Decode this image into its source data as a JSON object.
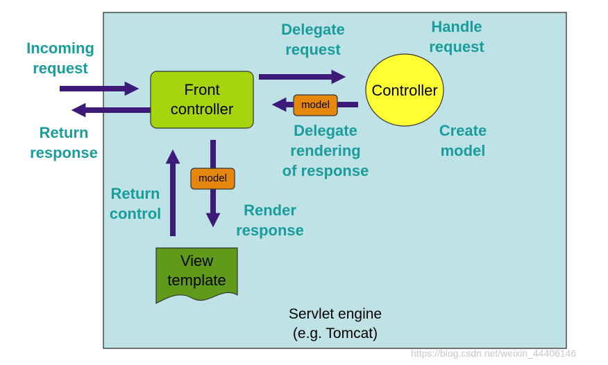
{
  "nodes": {
    "front_controller": [
      "Front",
      "controller"
    ],
    "controller": "Controller",
    "view_template": [
      "View",
      "template"
    ],
    "servlet_engine": [
      "Servlet engine",
      "(e.g. Tomcat)"
    ]
  },
  "badges": {
    "model_top": "model",
    "model_left": "model"
  },
  "labels": {
    "incoming_request": [
      "Incoming",
      "request"
    ],
    "return_response": [
      "Return",
      "response"
    ],
    "delegate_request": [
      "Delegate",
      "request"
    ],
    "handle_request": [
      "Handle",
      "request"
    ],
    "delegate_rendering": [
      "Delegate",
      "rendering",
      "of response"
    ],
    "create_model": [
      "Create",
      "model"
    ],
    "return_control": [
      "Return",
      "control"
    ],
    "render_response": [
      "Render",
      "response"
    ]
  },
  "watermark": "https://blog.csdn.net/weixin_44406146",
  "colors": {
    "engine_bg": "#bfe2e6",
    "arrow": "#3d1a78",
    "front_controller": "#a6d40f",
    "controller": "#ffff33",
    "view_template": "#5f9a1a",
    "model_badge": "#e6870d",
    "label_text": "#1a9c9c"
  }
}
